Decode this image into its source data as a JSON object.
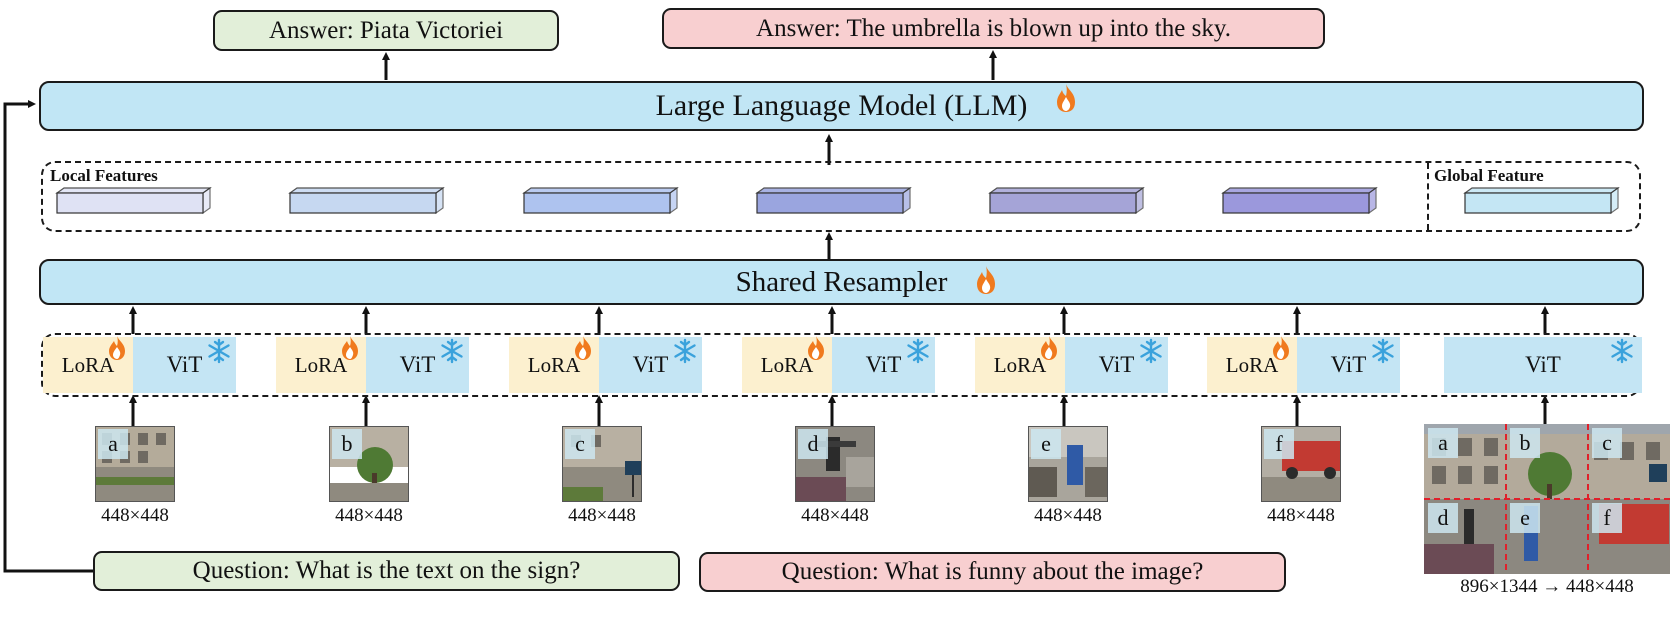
{
  "answers": {
    "left": "Answer:  Piata Victoriei",
    "right": "Answer:  The umbrella is blown up into the sky."
  },
  "llm_label": "Large Language Model (LLM)",
  "features": {
    "local_label": "Local Features",
    "global_label": "Global Feature",
    "local_colors": [
      "#dfe2f4",
      "#c6d8f1",
      "#aec3ef",
      "#9aa5df",
      "#a5a4d7",
      "#9b98dc"
    ],
    "global_color": "#c4e6f4"
  },
  "resampler_label": "Shared Resampler",
  "encoders": {
    "lora_label": "LoRA",
    "vit_label": "ViT"
  },
  "crops": [
    {
      "letter": "a",
      "resolution": "448×448"
    },
    {
      "letter": "b",
      "resolution": "448×448"
    },
    {
      "letter": "c",
      "resolution": "448×448"
    },
    {
      "letter": "d",
      "resolution": "448×448"
    },
    {
      "letter": "e",
      "resolution": "448×448"
    },
    {
      "letter": "f",
      "resolution": "448×448"
    }
  ],
  "global_image": {
    "letters": [
      "a",
      "b",
      "c",
      "d",
      "e",
      "f"
    ],
    "resolution": "896×1344 → 448×448"
  },
  "questions": {
    "left": "Question: What is the text on the sign?",
    "right": "Question: What is funny about the image?"
  },
  "icons": {
    "trainable": "flame-icon",
    "frozen": "snowflake-icon"
  },
  "colors": {
    "green_box": "#e2efd9",
    "pink_box": "#f8cfd0",
    "llm_bar": "#c1e6f5",
    "lora": "#fcf0cf",
    "vit": "#c4e5f4",
    "flame": "#f07a1e",
    "snowflake": "#3aa2dc",
    "grid_line": "#e0202a"
  }
}
